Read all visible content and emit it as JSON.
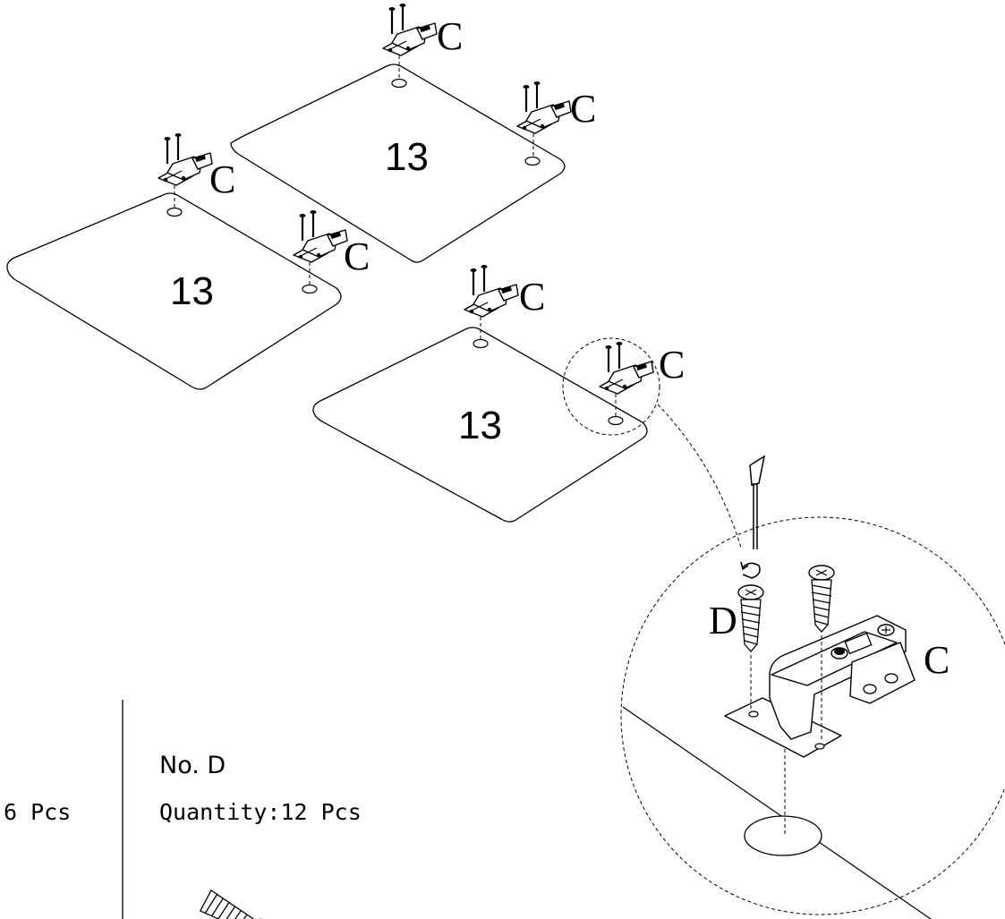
{
  "panels": [
    {
      "label": "13"
    },
    {
      "label": "13"
    },
    {
      "label": "13"
    }
  ],
  "hinge_part_label": "C",
  "screw_part_label": "D",
  "parts_list": {
    "left_quantity_partial": "6 Pcs",
    "part_d": {
      "title": "No. D",
      "quantity": "Quantity:12 Pcs"
    }
  },
  "icons": [
    "hinge-icon",
    "screw-icon",
    "screwdriver-icon",
    "rotation-arrow-icon",
    "mounting-hole-icon"
  ]
}
